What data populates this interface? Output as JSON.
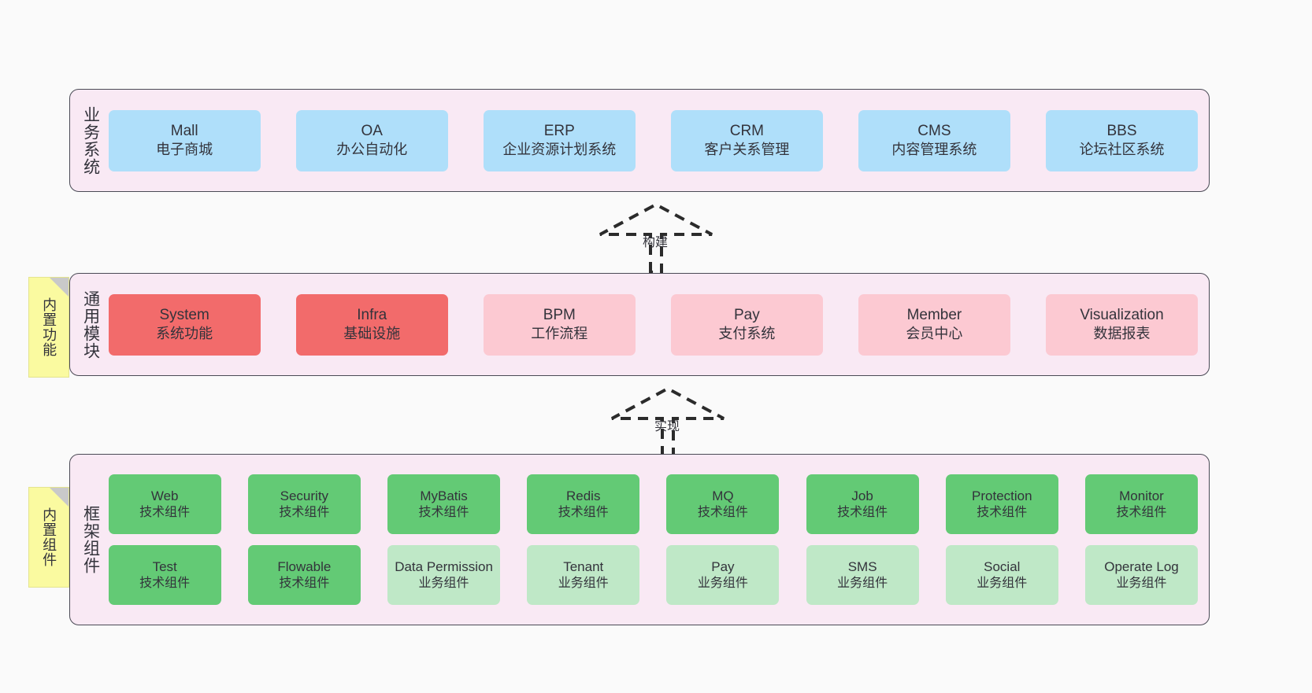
{
  "diagram": {
    "background": "#fafafa",
    "panel_fill": "#f9e9f4",
    "panel_stroke": "#4a4a55"
  },
  "layers": [
    {
      "id": "business",
      "title": "业务系统",
      "card_color": "#afdffa",
      "cards": [
        {
          "en": "Mall",
          "cn": "电子商城"
        },
        {
          "en": "OA",
          "cn": "办公自动化"
        },
        {
          "en": "ERP",
          "cn": "企业资源计划系统"
        },
        {
          "en": "CRM",
          "cn": "客户关系管理"
        },
        {
          "en": "CMS",
          "cn": "内容管理系统"
        },
        {
          "en": "BBS",
          "cn": "论坛社区系统"
        }
      ]
    },
    {
      "id": "modules",
      "title": "通用模块",
      "note": "内置功能",
      "card_color_strong": "#f26b6b",
      "card_color_light": "#fcc9d2",
      "cards": [
        {
          "en": "System",
          "cn": "系统功能",
          "variant": "strong"
        },
        {
          "en": "Infra",
          "cn": "基础设施",
          "variant": "strong"
        },
        {
          "en": "BPM",
          "cn": "工作流程",
          "variant": "light"
        },
        {
          "en": "Pay",
          "cn": "支付系统",
          "variant": "light"
        },
        {
          "en": "Member",
          "cn": "会员中心",
          "variant": "light"
        },
        {
          "en": "Visualization",
          "cn": "数据报表",
          "variant": "light"
        }
      ]
    },
    {
      "id": "framework",
      "title": "框架组件",
      "note": "内置组件",
      "card_color_tech": "#63ca75",
      "card_color_biz": "#bfe8c7",
      "rows": [
        [
          {
            "en": "Web",
            "cn": "技术组件",
            "variant": "tech"
          },
          {
            "en": "Security",
            "cn": "技术组件",
            "variant": "tech"
          },
          {
            "en": "MyBatis",
            "cn": "技术组件",
            "variant": "tech"
          },
          {
            "en": "Redis",
            "cn": "技术组件",
            "variant": "tech"
          },
          {
            "en": "MQ",
            "cn": "技术组件",
            "variant": "tech"
          },
          {
            "en": "Job",
            "cn": "技术组件",
            "variant": "tech"
          },
          {
            "en": "Protection",
            "cn": "技术组件",
            "variant": "tech"
          },
          {
            "en": "Monitor",
            "cn": "技术组件",
            "variant": "tech"
          }
        ],
        [
          {
            "en": "Test",
            "cn": "技术组件",
            "variant": "tech"
          },
          {
            "en": "Flowable",
            "cn": "技术组件",
            "variant": "tech"
          },
          {
            "en": "Data Permission",
            "cn": "业务组件",
            "variant": "biz"
          },
          {
            "en": "Tenant",
            "cn": "业务组件",
            "variant": "biz"
          },
          {
            "en": "Pay",
            "cn": "业务组件",
            "variant": "biz"
          },
          {
            "en": "SMS",
            "cn": "业务组件",
            "variant": "biz"
          },
          {
            "en": "Social",
            "cn": "业务组件",
            "variant": "biz"
          },
          {
            "en": "Operate Log",
            "cn": "业务组件",
            "variant": "biz"
          }
        ]
      ]
    }
  ],
  "connectors": [
    {
      "id": "build",
      "label": "构建"
    },
    {
      "id": "implement",
      "label": "实现"
    }
  ]
}
